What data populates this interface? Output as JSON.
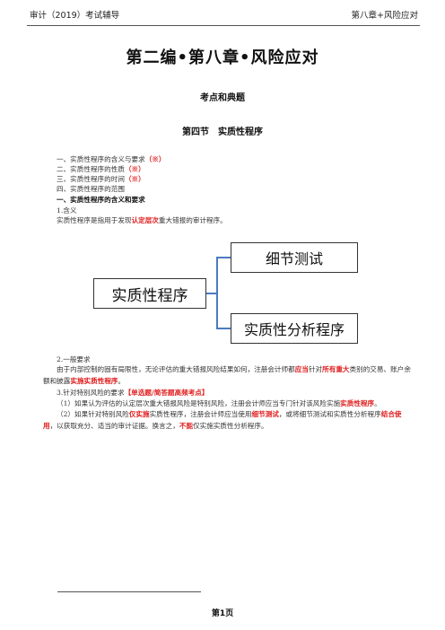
{
  "header": {
    "left": "审计（2019）考试辅导",
    "right": "第八章+风险应对"
  },
  "title": "第二编•第八章•风险应对",
  "subtitle": "考点和典题",
  "section": "第四节　实质性程序",
  "toc": [
    {
      "text": "一、实质性程序的含义与要求",
      "mark": "（※）"
    },
    {
      "text": "二、实质性程序的性质",
      "mark": "（※）"
    },
    {
      "text": "三、实质性程序的时间",
      "mark": "（※）"
    },
    {
      "text": "四、实质性程序的范围",
      "mark": ""
    }
  ],
  "heading1": "一、实质性程序的含义和要求",
  "sub1": "1.含义",
  "def": {
    "pre": "实质性程序是指用于发现",
    "hl": "认定层次",
    "post": "重大错报的审计程序。"
  },
  "diagram": {
    "main": "实质性程序",
    "top": "细节测试",
    "bottom": "实质性分析程序"
  },
  "sub2": "2.一般要求",
  "req": {
    "p1": "由于内部控制的固有局限性，无论评估的重大错报风险结果如何，注册会计师都",
    "h1": "应当",
    "p2": "针对",
    "h2": "所有重大",
    "p3": "类别的交易、账户余额和披露",
    "h3": "实施实质性程序",
    "p4": "。"
  },
  "sub3": {
    "text": "3.针对特别风险的要求",
    "tag": "【单选题/简答题高频考点】"
  },
  "r1": {
    "p1": "（1）如果认为评估的认定层次重大错报风险是特别风险，注册会计师应当专门针对该风险实施",
    "h1": "实质性程序",
    "p2": "。"
  },
  "r2": {
    "p1": "（2）如果针对特别风险",
    "h1": "仅实施",
    "p2": "实质性程序，注册会计师应当使用",
    "h2": "细节测试",
    "p3": "，或将细节测试和实质性分析程序",
    "h3": "结合使用",
    "p4": "，以获取充分、适当的审计证据。换言之，",
    "h4": "不能",
    "p5": "仅实施实质性分析程序。"
  },
  "footer": "第1页"
}
